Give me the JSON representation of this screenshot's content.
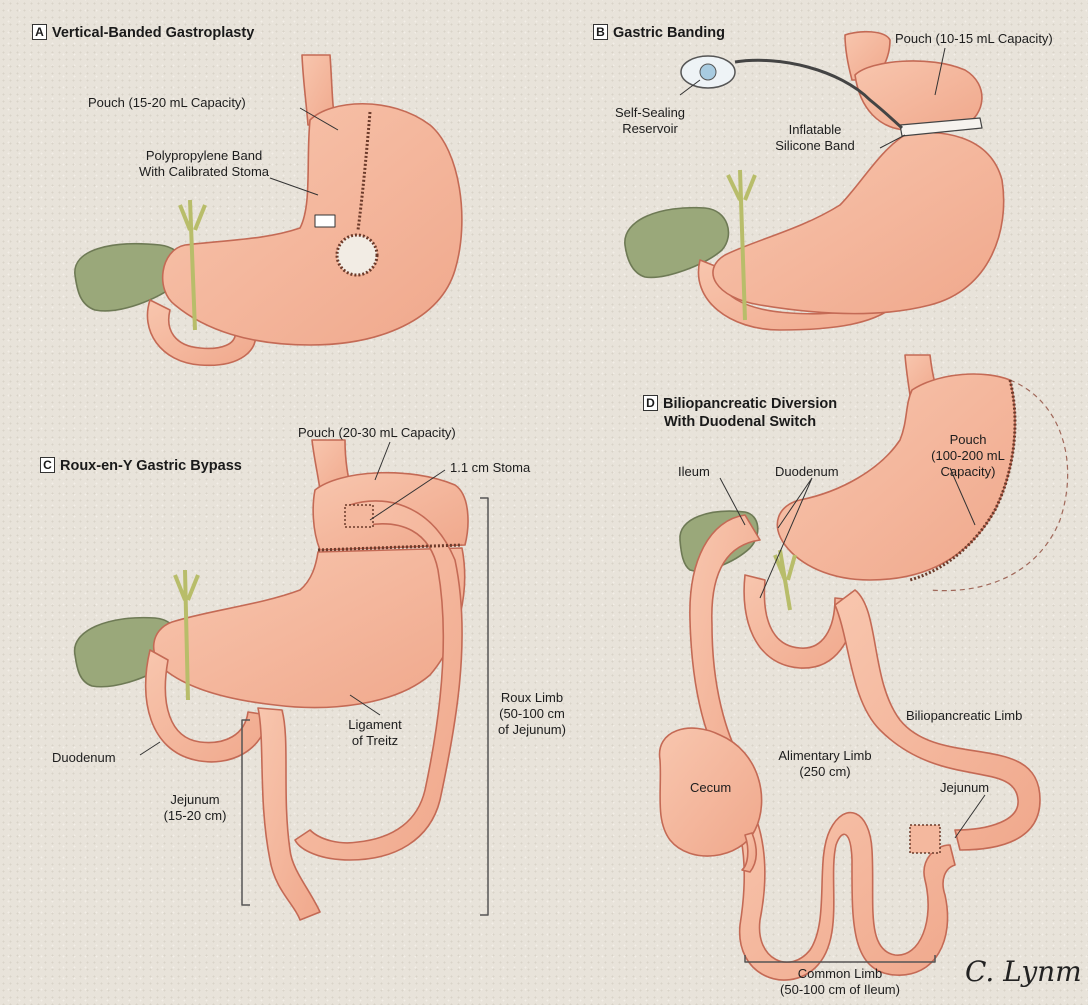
{
  "panels": {
    "a": {
      "letter": "A",
      "title": "Vertical-Banded Gastroplasty",
      "pouch": "Pouch (15-20 mL Capacity)",
      "band_line1": "Polypropylene Band",
      "band_line2": "With Calibrated Stoma"
    },
    "b": {
      "letter": "B",
      "title": "Gastric Banding",
      "pouch": "Pouch (10-15 mL Capacity)",
      "reservoir_line1": "Self-Sealing",
      "reservoir_line2": "Reservoir",
      "band_line1": "Inflatable",
      "band_line2": "Silicone Band"
    },
    "c": {
      "letter": "C",
      "title": "Roux-en-Y Gastric Bypass",
      "pouch": "Pouch (20-30 mL Capacity)",
      "stoma": "1.1 cm Stoma",
      "roux_line1": "Roux Limb",
      "roux_line2": "(50-100 cm",
      "roux_line3": "of Jejunum)",
      "ligament_line1": "Ligament",
      "ligament_line2": "of Treitz",
      "duodenum": "Duodenum",
      "jejunum_line1": "Jejunum",
      "jejunum_line2": "(15-20 cm)"
    },
    "d": {
      "letter": "D",
      "title_line1": "Biliopancreatic Diversion",
      "title_line2": "With Duodenal Switch",
      "pouch_line1": "Pouch",
      "pouch_line2": "(100-200 mL",
      "pouch_line3": "Capacity)",
      "ileum": "Ileum",
      "duodenum": "Duodenum",
      "biliopancreatic": "Biliopancreatic Limb",
      "alimentary_line1": "Alimentary Limb",
      "alimentary_line2": "(250 cm)",
      "cecum": "Cecum",
      "jejunum": "Jejunum",
      "common_line1": "Common Limb",
      "common_line2": "(50-100 cm of Ileum)"
    }
  },
  "signature": "C. Lynm",
  "colors": {
    "tissue": "#f4b89e",
    "tissue_dark": "#c9705a",
    "gallbladder": "#9aa87a",
    "duct": "#d9d27a",
    "staple": "#6b3a2a",
    "background": "#e8e3da"
  }
}
